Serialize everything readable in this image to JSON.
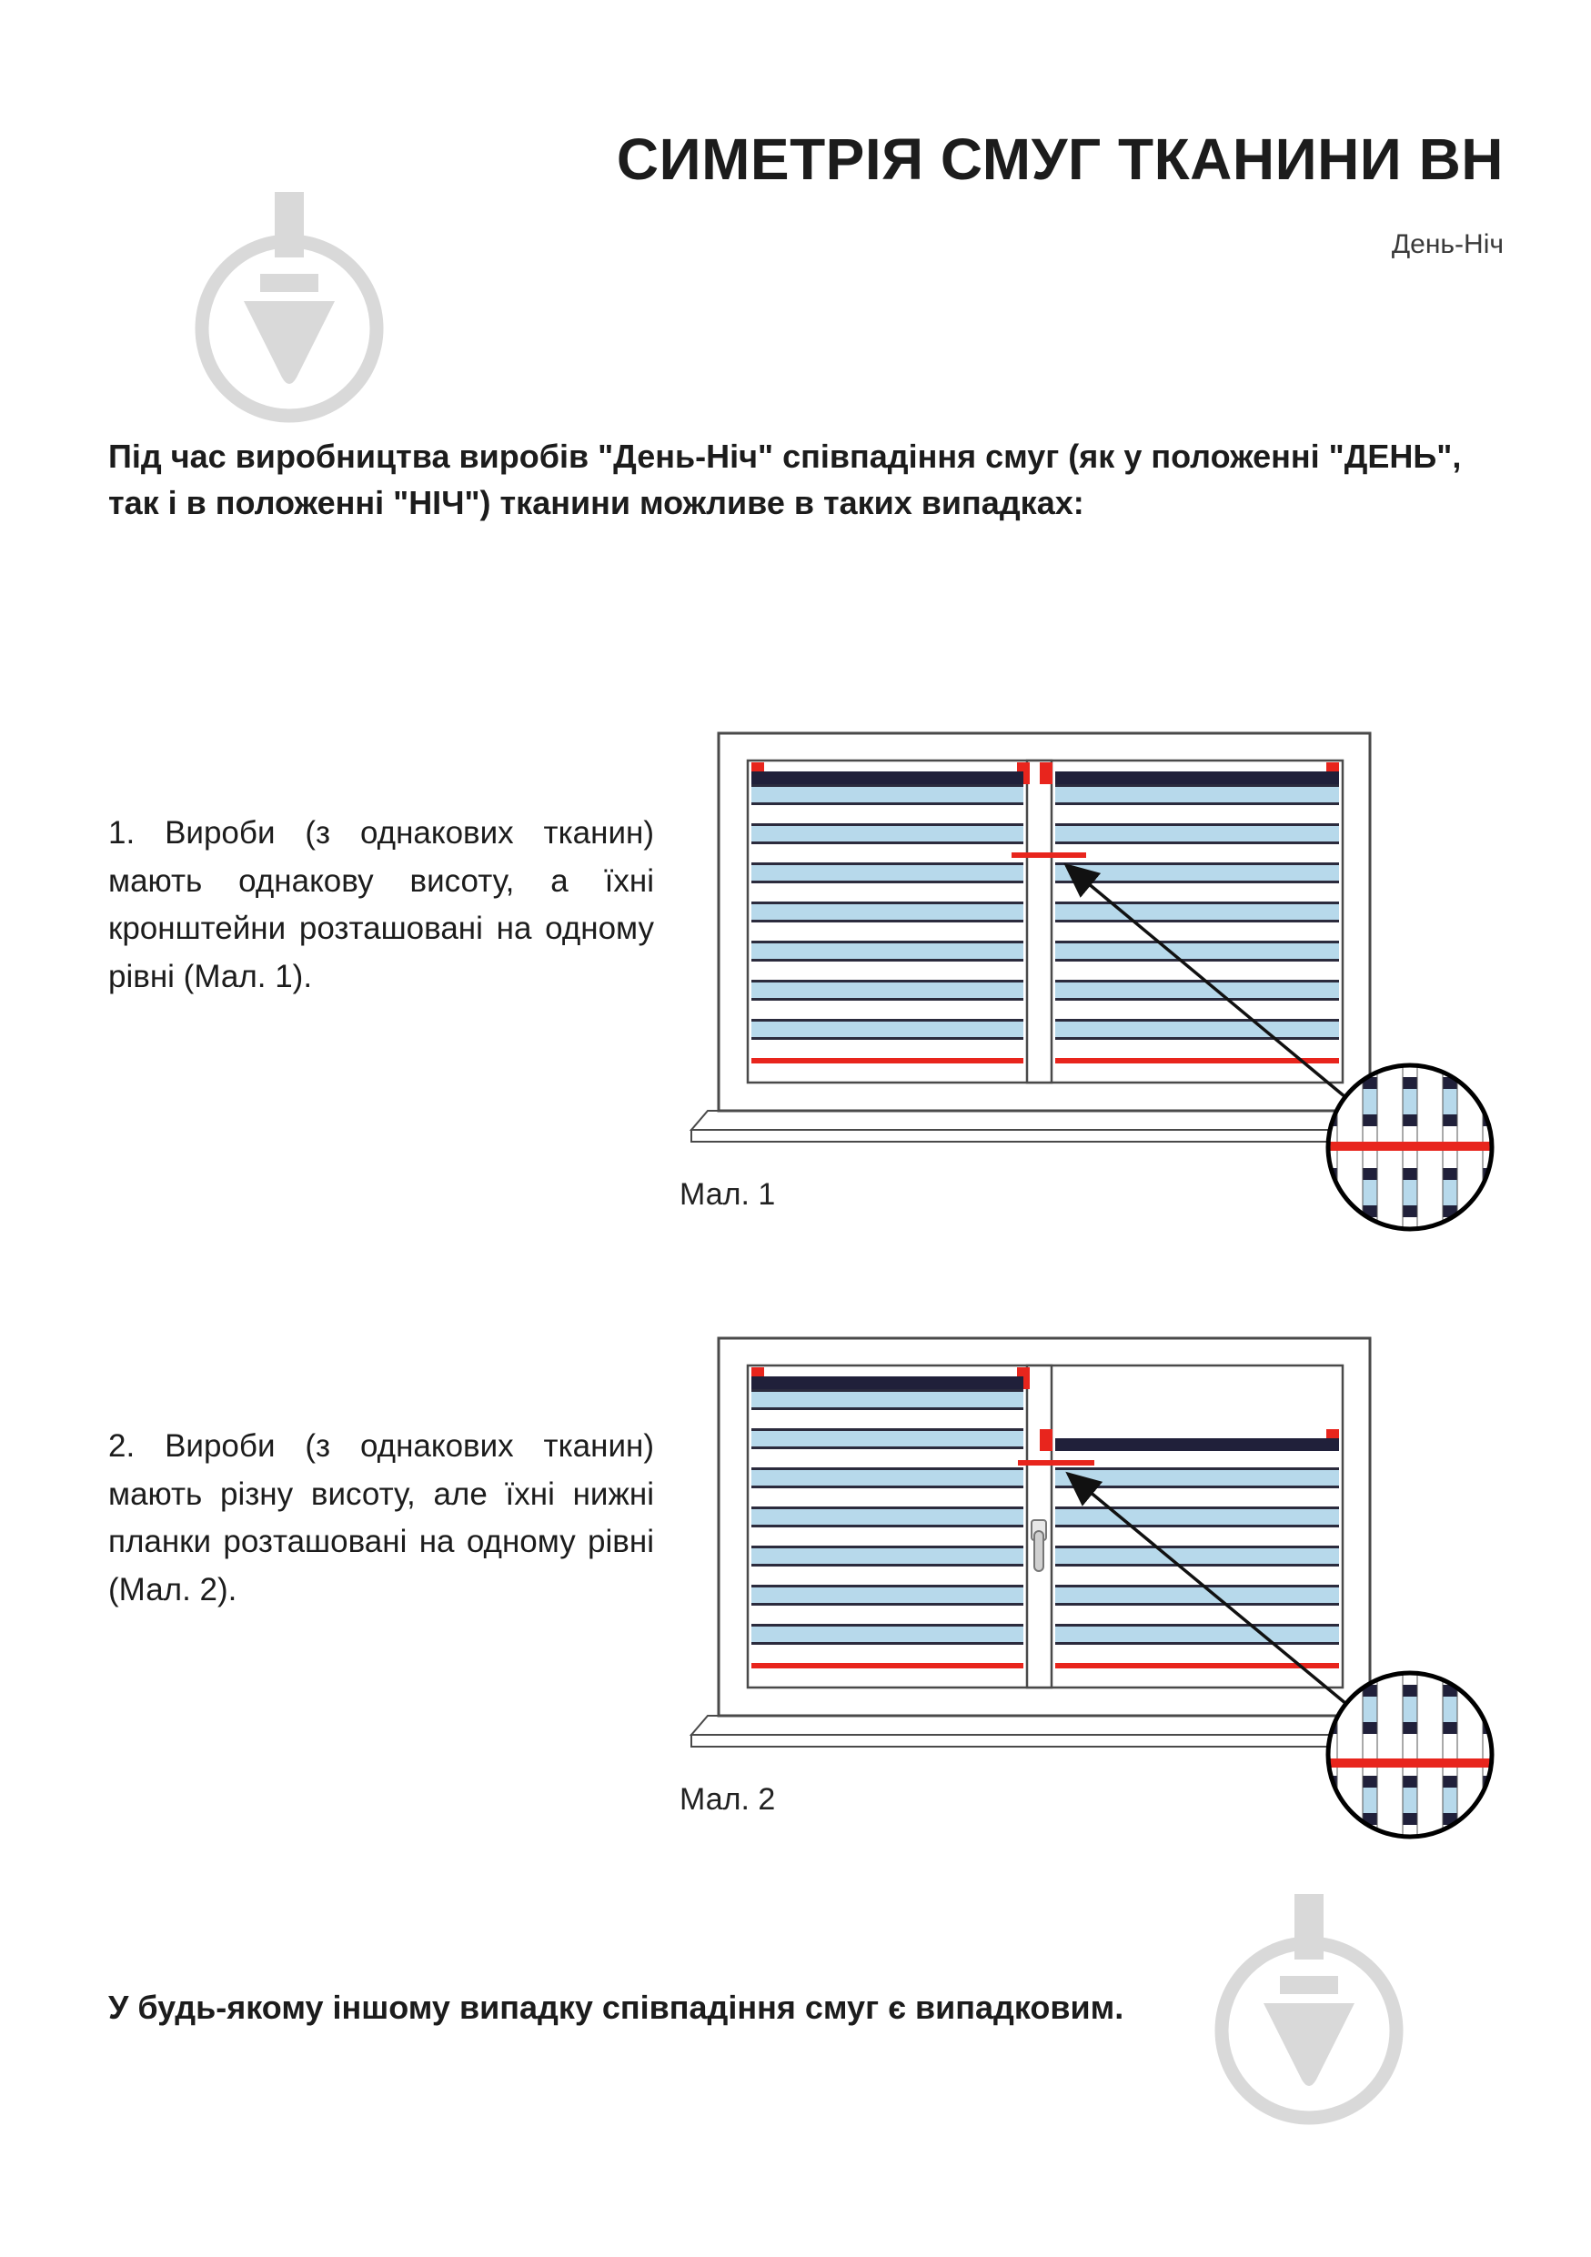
{
  "document": {
    "title": "СИМЕТРІЯ СМУГ ТКАНИНИ ВН",
    "subtitle": "День-Ніч",
    "intro": "Під час виробництва виробів \"День-Ніч\" співпадіння смуг (як у положенні \"ДЕНЬ\", так і в положенні \"НІЧ\") тканини можливе в таких випадках:",
    "footer_note": "У будь-якому іншому випадку співпадіння смуг є випадковим."
  },
  "sections": [
    {
      "text": "1. Вироби (з однакових тканин) мають однакову висоту, а їхні кронштейни розташовані на одному рівні (Мал. 1).",
      "caption": "Мал. 1"
    },
    {
      "text": "2. Вироби (з однакових тканин) мають різну висоту, але їхні нижні планки розташовані на одному рівні (Мал. 2).",
      "caption": "Мал. 2"
    }
  ],
  "colors": {
    "accent_red": "#e8251d",
    "stripe_blue": "#b7d9eb",
    "top_bar_navy": "#20203a",
    "watermark_gray": "#d9d9d9",
    "frame_gray": "#4a4a4a"
  }
}
